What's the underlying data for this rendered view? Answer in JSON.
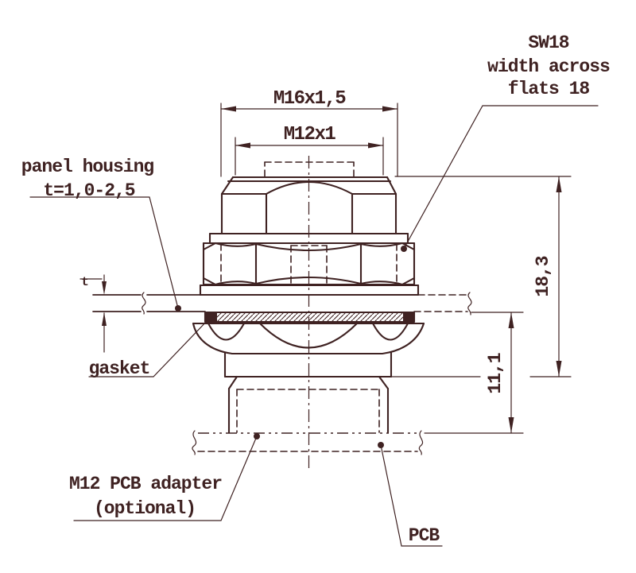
{
  "drawing": {
    "title": "M12 PCB adapter panel mount connector - dimensional drawing",
    "line_color": "#3f2222",
    "background_color": "#ffffff",
    "dimensions": {
      "thread_outer": "M16x1,5",
      "thread_inner": "M12x1",
      "height_total": "18,3",
      "height_below_panel": "11,1",
      "panel_thickness_symbol": "t"
    },
    "labels": {
      "sw18_line1": "SW18",
      "sw18_line2": "width across",
      "sw18_line3": "flats 18",
      "panel_line1": "panel housing",
      "panel_line2": "t=1,0-2,5",
      "gasket": "gasket",
      "adapter_line1": "M12 PCB adapter",
      "adapter_line2": "(optional)",
      "pcb": "PCB"
    }
  }
}
